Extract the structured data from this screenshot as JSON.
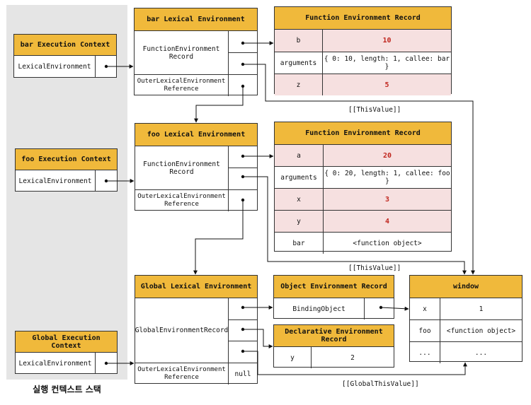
{
  "stack_label": "실행 컨텍스트 스택",
  "exec": {
    "bar_title": "bar Execution Context",
    "foo_title": "foo Execution Context",
    "global_title": "Global Execution Context",
    "lex_env": "LexicalEnvironment"
  },
  "bar_lex": {
    "title": "bar Lexical Environment",
    "record": "FunctionEnvironment\nRecord",
    "outer": "OuterLexicalEnvironment\nReference"
  },
  "foo_lex": {
    "title": "foo Lexical Environment",
    "record": "FunctionEnvironment\nRecord",
    "outer": "OuterLexicalEnvironment\nReference"
  },
  "global_lex": {
    "title": "Global Lexical Environment",
    "record": "GlobalEnvironmentRecord",
    "outer": "OuterLexicalEnvironment\nReference",
    "outer_value": "null"
  },
  "bar_fer": {
    "title": "Function Environment Record",
    "rows": [
      {
        "key": "b",
        "value": "10"
      },
      {
        "key": "arguments",
        "value": "{ 0: 10, length: 1, callee: bar }"
      },
      {
        "key": "z",
        "value": "5"
      }
    ]
  },
  "foo_fer": {
    "title": "Function Environment Record",
    "rows": [
      {
        "key": "a",
        "value": "20"
      },
      {
        "key": "arguments",
        "value": "{ 0: 20, length: 1, callee: foo }"
      },
      {
        "key": "x",
        "value": "3"
      },
      {
        "key": "y",
        "value": "4"
      },
      {
        "key": "bar",
        "value": "<function object>"
      }
    ]
  },
  "object_er": {
    "title": "Object Environment Record",
    "binding": "BindingObject"
  },
  "decl_er": {
    "title": "Declarative Environment Record",
    "rows": [
      {
        "key": "y",
        "value": "2"
      }
    ]
  },
  "window": {
    "title": "window",
    "rows": [
      {
        "key": "x",
        "value": "1"
      },
      {
        "key": "foo",
        "value": "<function object>"
      },
      {
        "key": "...",
        "value": "..."
      }
    ]
  },
  "labels": {
    "this_bar": "[[ThisValue]]",
    "this_foo": "[[ThisValue]]",
    "global_this": "[[GlobalThisValue]]"
  },
  "colors": {
    "header": "#f0b93b",
    "pink": "#f6e0e0",
    "red": "#c0261e"
  }
}
